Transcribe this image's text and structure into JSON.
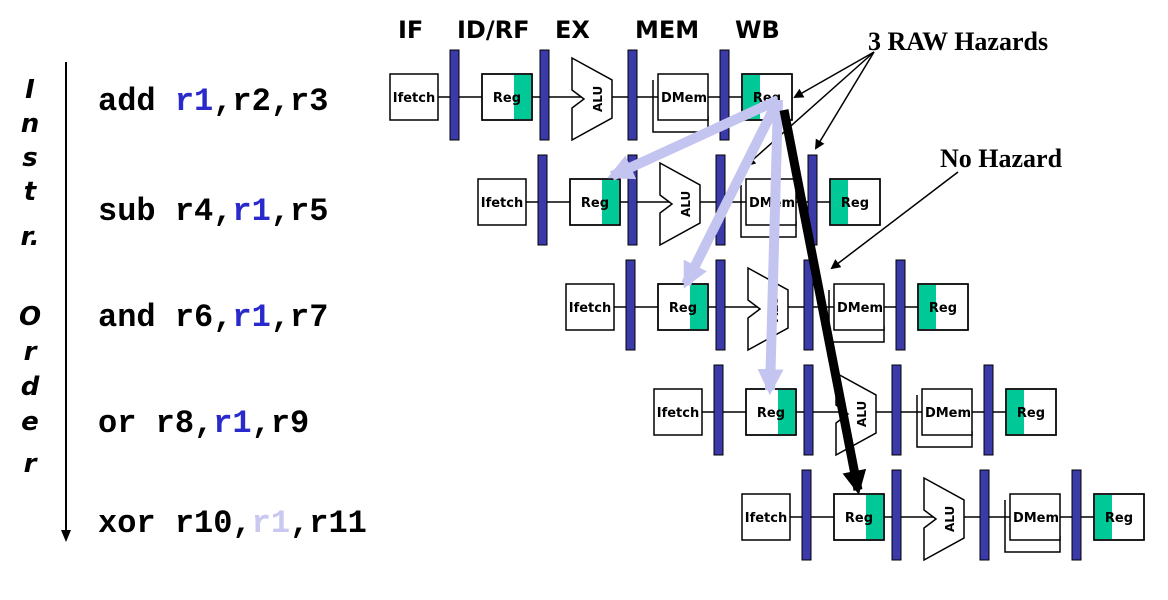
{
  "stages": [
    "IF",
    "ID/RF",
    "EX",
    "MEM",
    "WB"
  ],
  "side_label": [
    "I",
    "n",
    "s",
    "t",
    "r.",
    "",
    "O",
    "r",
    "d",
    "e",
    "r"
  ],
  "instructions": [
    {
      "op": "add",
      "dest": "r1",
      "sep1": ",",
      "src1": "r2",
      "sep2": ",",
      "src2": "r3",
      "hl": "dest"
    },
    {
      "op": "sub",
      "dest": "r4",
      "sep1": ",",
      "src1": "r1",
      "sep2": ",",
      "src2": "r5",
      "hl": "src1"
    },
    {
      "op": "and",
      "dest": "r6",
      "sep1": ",",
      "src1": "r1",
      "sep2": ",",
      "src2": "r7",
      "hl": "src1"
    },
    {
      "op": "or ",
      "dest": "r8",
      "sep1": ",",
      "src1": "r1",
      "sep2": ",",
      "src2": "r9",
      "hl": "src1"
    },
    {
      "op": "xor",
      "dest": "r10",
      "sep1": ",",
      "src1": "r1",
      "sep2": ",",
      "src2": "r11",
      "hl": "src1"
    }
  ],
  "box_labels": {
    "ifetch": "Ifetch",
    "reg": "Reg",
    "alu": "ALU",
    "dmem": "DMem"
  },
  "annotations": {
    "raw": "3 RAW Hazards",
    "none": "No Hazard"
  },
  "colors": {
    "bar": "#3a3aa8",
    "reg_fill": "#00c896",
    "hazard_reg": "#2a2acc",
    "light_reg": "#c8c8f0",
    "raw_arrow": "#c4c4f0",
    "ok_arrow": "#000000"
  }
}
